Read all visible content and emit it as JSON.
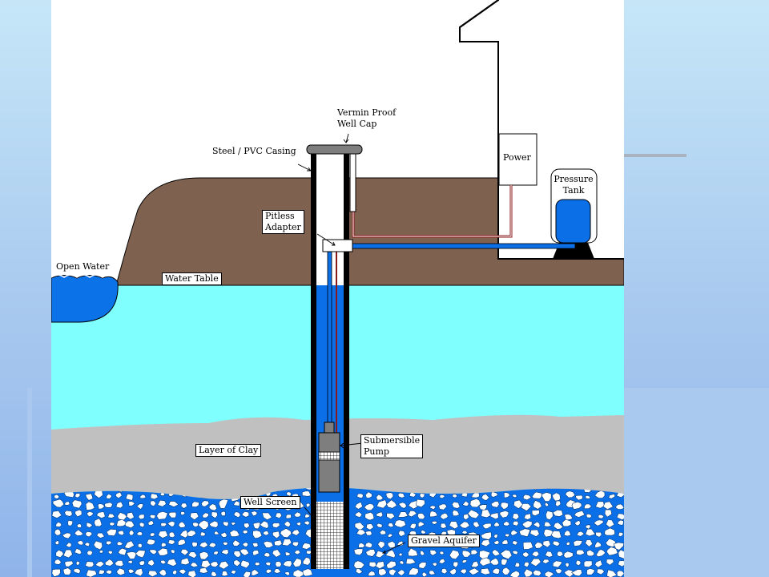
{
  "labels": {
    "vermin_cap": [
      "Vermin Proof",
      "Well Cap"
    ],
    "casing": "Steel / PVC Casing",
    "power": "Power",
    "pressure_tank": [
      "Pressure",
      "Tank"
    ],
    "pitless": [
      "Pitless",
      "Adapter"
    ],
    "open_water": "Open Water",
    "water_table": "Water Table",
    "clay": "Layer of Clay",
    "pump": [
      "Submersible",
      "Pump"
    ],
    "well_screen": "Well Screen",
    "gravel": "Gravel Aquifer"
  },
  "colors": {
    "soil": "#7f6150",
    "groundwater": "#80ffff",
    "open_water": "#0b72e8",
    "clay": "#c0c0c0",
    "gravel_bg": "#0b6fe8",
    "pipe": "#0b6fe8",
    "wire": "#8a1a1a",
    "casing": "#000000",
    "cap": "#7e7e7e"
  }
}
